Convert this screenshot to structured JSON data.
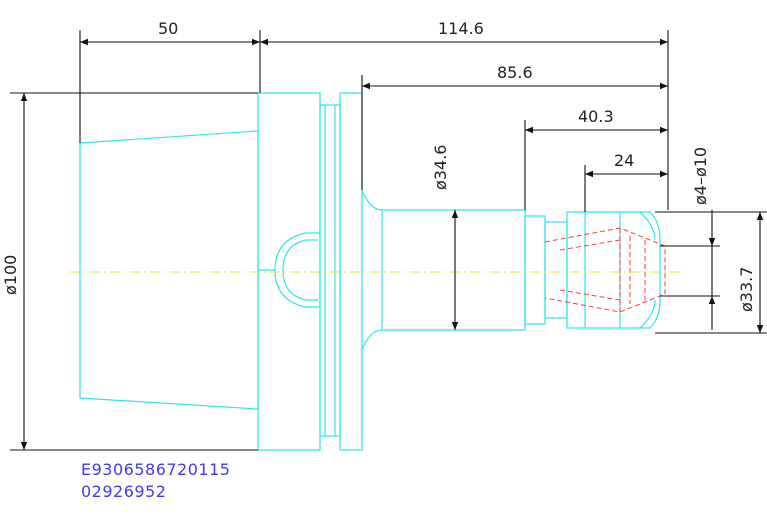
{
  "dimensions": {
    "d50": "50",
    "d114": "114.6",
    "d85": "85.6",
    "d40": "40.3",
    "d24": "24",
    "dia34": "ø34.6",
    "dia4_10": "ø4–ø10",
    "dia100": "ø100",
    "dia33": "ø33.7"
  },
  "part_id": {
    "line1": "E9306586720115",
    "line2": "02926952"
  },
  "colors": {
    "outline": "#2fe6ea",
    "dimension": "#111111",
    "hidden": "#ff3b3b",
    "centerline": "#e8e23a",
    "id_text": "#3c3cf0"
  }
}
